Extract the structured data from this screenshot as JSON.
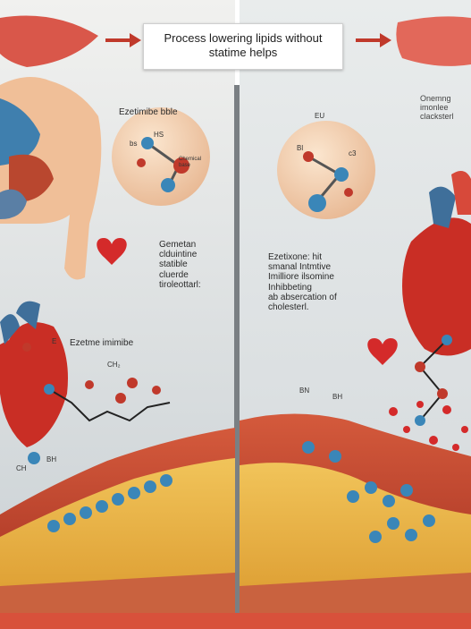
{
  "header": {
    "title": "Process lowering lipids\nwithout statime helps"
  },
  "left_panel": {
    "molecule_label": "Ezetimibe bble",
    "molecule_atoms": [
      "HS",
      "bs",
      "Chemical\nbase"
    ],
    "callout": "Gemetan\nclduintine\nstatible\ncluerde\ntiroleottarl:",
    "drug_label": "Ezetme imimibe",
    "marker_e": "E",
    "chain_labels": [
      "CH",
      "BH",
      "CH₂"
    ]
  },
  "right_panel": {
    "molecule_atoms": [
      "EU",
      "Bl",
      "c3"
    ],
    "corner_text": "Onemng\nimonlee\nclacksterl",
    "explanation": "Ezetixone: hit\nsmanal Intmtive\nImilliore ilsomine\nInhibbeting\nab absercation of\ncholesterl.",
    "chain_labels": [
      "BN",
      "BH"
    ]
  },
  "colors": {
    "background": "#dfe3e6",
    "artery_red": "#c23a2a",
    "fat_yellow": "#e8a93a",
    "molecule_blue": "#3a86b8",
    "heart_red": "#d42a2a",
    "skin": "#f2c19a"
  },
  "icons": [
    "heart-icon",
    "molecule-icon",
    "arrow-icon",
    "torso-illustration"
  ]
}
